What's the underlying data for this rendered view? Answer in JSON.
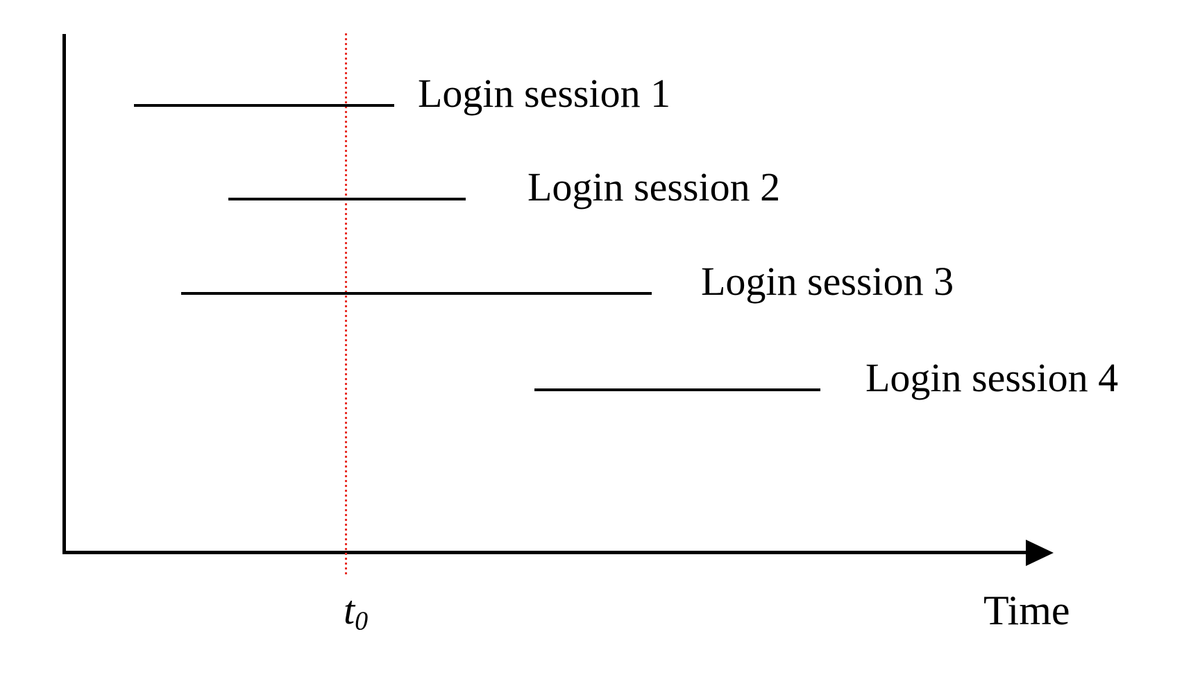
{
  "figure": {
    "type": "timeline-diagram",
    "description": "Four login session intervals drawn against a time axis with a dotted red reference line at t0",
    "colors": {
      "line": "#000000",
      "reference_line": "#e8312a",
      "background": "#ffffff"
    },
    "x_axis": {
      "label": "Time",
      "has_arrowhead": true
    },
    "y_axis": {
      "label": ""
    },
    "reference_line": {
      "label_base": "t",
      "label_sub": "0",
      "style": "dotted-vertical"
    },
    "sessions": [
      {
        "label": "Login session 1",
        "crosses_t0": true,
        "active_at_t0": true
      },
      {
        "label": "Login session 2",
        "crosses_t0": true,
        "active_at_t0": true
      },
      {
        "label": "Login session 3",
        "crosses_t0": true,
        "active_at_t0": true
      },
      {
        "label": "Login session 4",
        "crosses_t0": false,
        "active_at_t0": false
      }
    ]
  }
}
